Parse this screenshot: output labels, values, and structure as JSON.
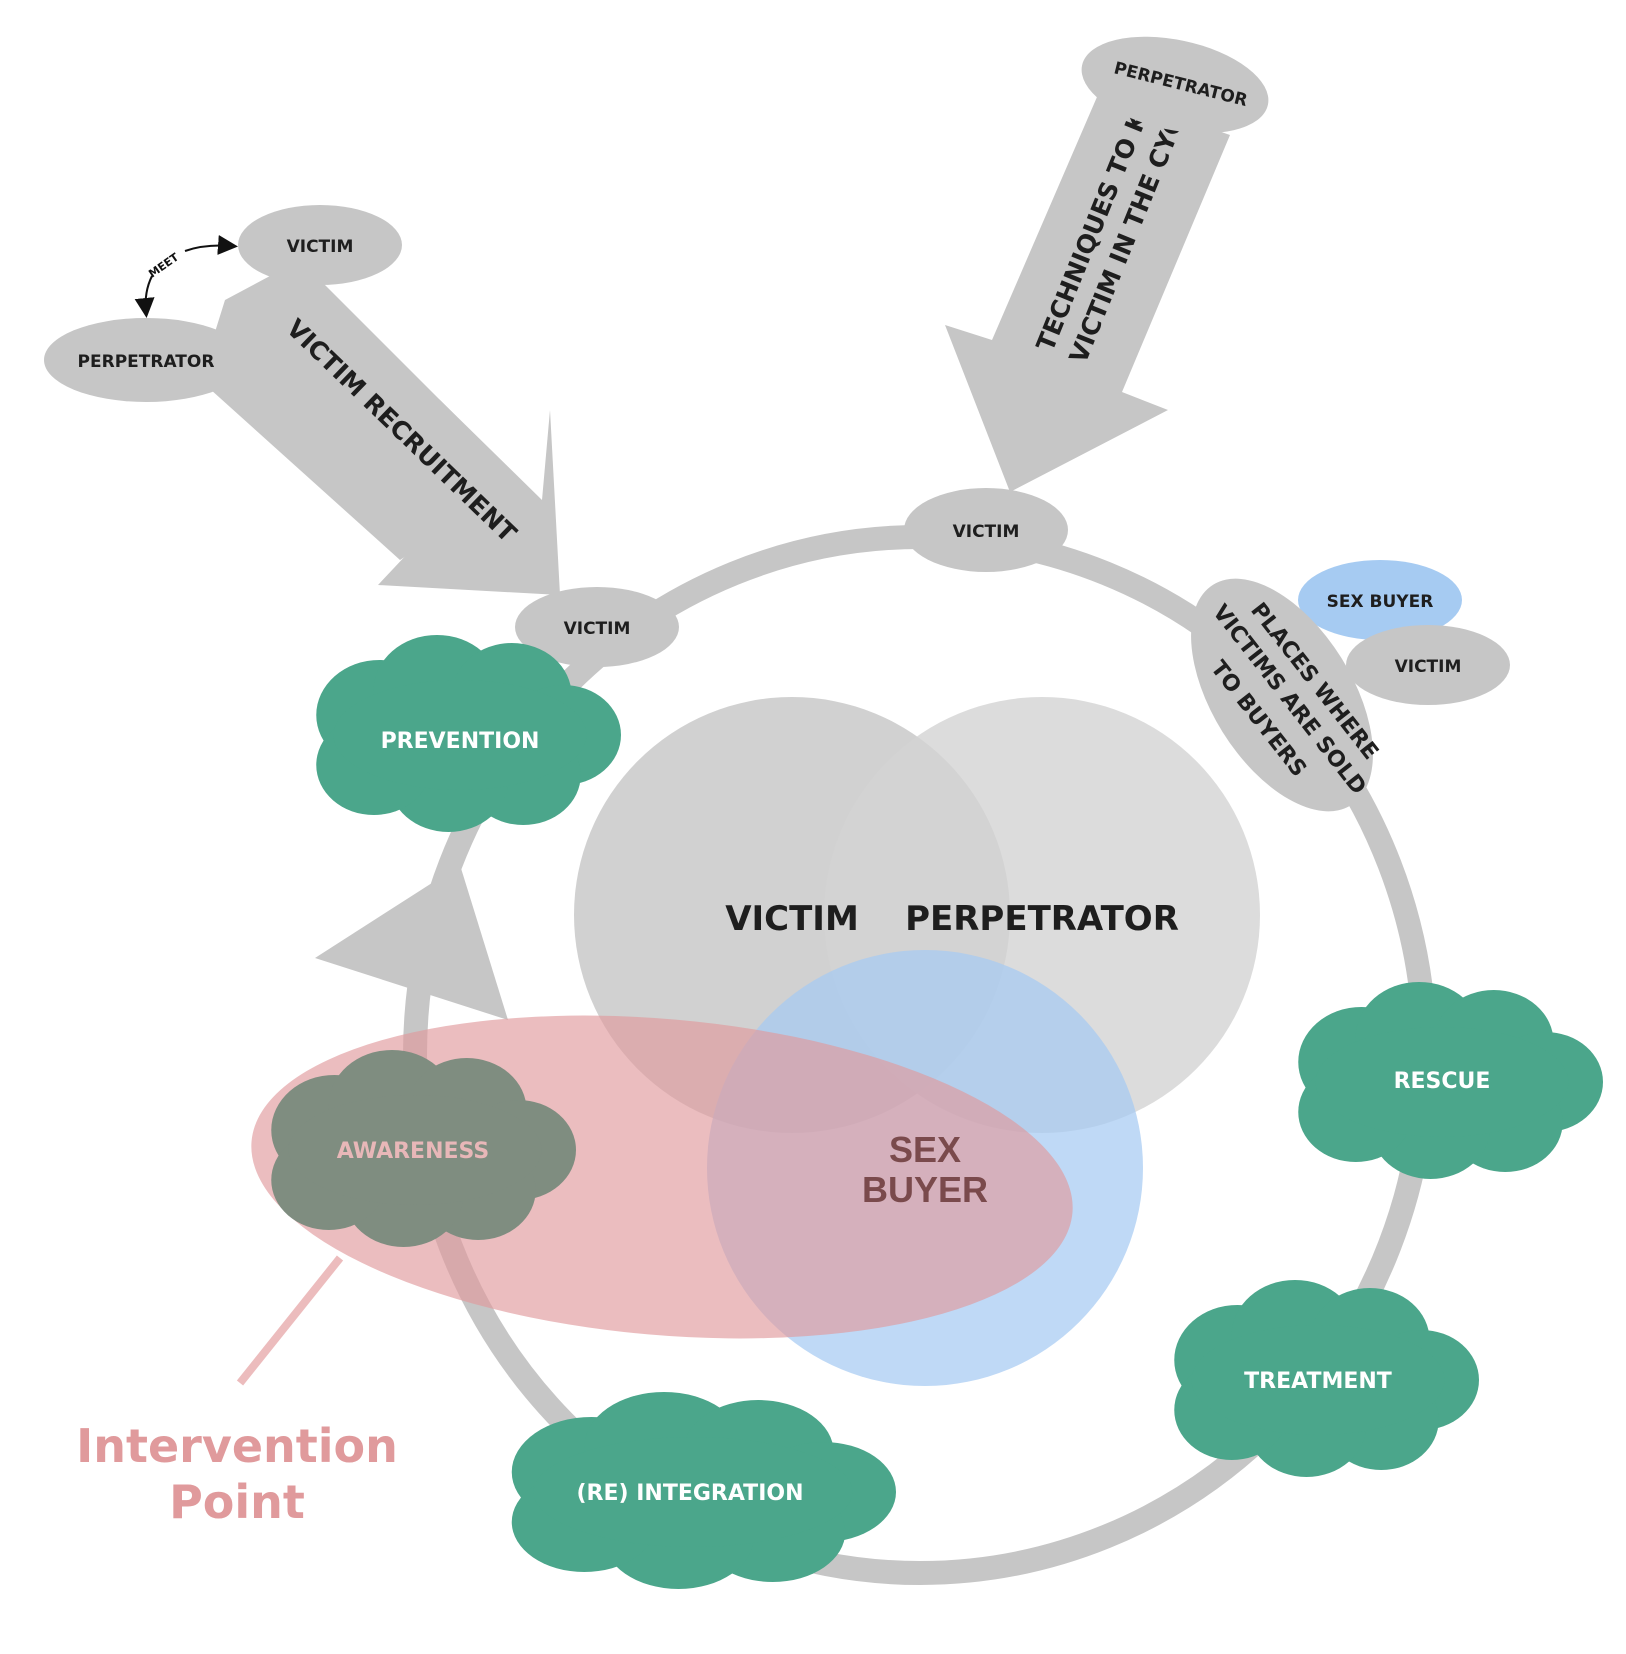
{
  "colors": {
    "gray_shape": "#c6c6c6",
    "cloud_green": "#4ba68b",
    "awareness_cloud": "#7f8d80",
    "sex_buyer_blue": "#a6cbf2",
    "intervention_pink": "#e09a9c",
    "label_dark": "#1e1e1e",
    "sex_buyer_text": "#7a4a4c"
  },
  "recruitment": {
    "victim_label": "VICTIM",
    "perpetrator_label": "PERPETRATOR",
    "meet_label": "MEET",
    "arrow_label": "VICTIM RECRUITMENT"
  },
  "techniques": {
    "perpetrator_label": "PERPETRATOR",
    "arrow_line1": "TECHNIQUES TO KEEP",
    "arrow_line2": "VICTIM IN THE CYCLE"
  },
  "cycle_nodes": {
    "victim_left": "VICTIM",
    "victim_top": "VICTIM",
    "places_line1": "PLACES WHERE",
    "places_line2": "VICTIMS ARE SOLD",
    "places_line3": "TO BUYERS",
    "sex_buyer_small": "SEX BUYER",
    "victim_right": "VICTIM"
  },
  "clouds": {
    "prevention": "PREVENTION",
    "awareness": "AWARENESS",
    "rescue": "RESCUE",
    "treatment": "TREATMENT",
    "reintegration": "(RE) INTEGRATION"
  },
  "venn": {
    "victim": "VICTIM",
    "perpetrator": "PERPETRATOR",
    "sex_buyer_line1": "SEX",
    "sex_buyer_line2": "BUYER"
  },
  "intervention": {
    "line1": "Intervention",
    "line2": "Point"
  }
}
